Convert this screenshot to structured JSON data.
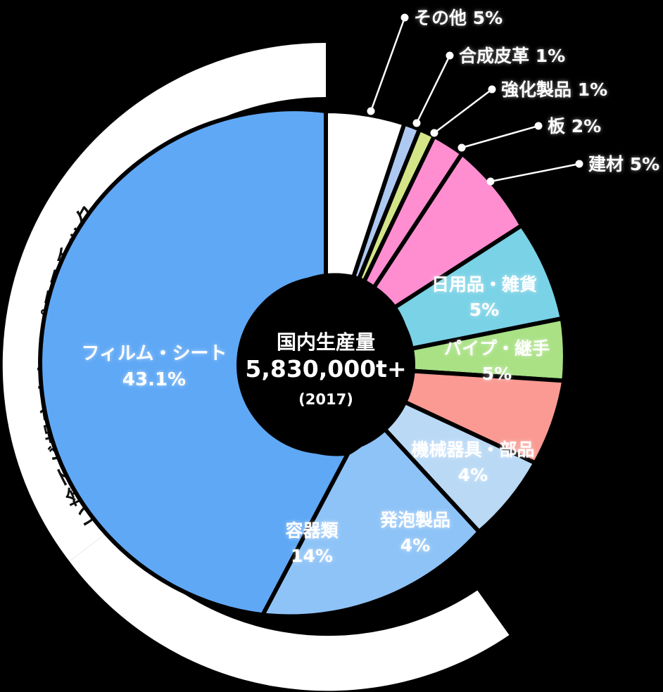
{
  "chart_data": {
    "type": "pie",
    "title": "国内生産量 5,830,000t+ (2017)",
    "subtitle": "",
    "xlabel": "",
    "ylabel": "",
    "center": {
      "title": "国内生産量",
      "value": "5,830,000t+",
      "year": "(2017)"
    },
    "outer_ring": {
      "text": "使い捨てが想定されるプラスチック",
      "color": "#ffffff",
      "covers_categories": [
        "フィルム・シート",
        "容器類"
      ]
    },
    "categories": [
      "その他",
      "合成皮革",
      "強化製品",
      "板",
      "建材",
      "日用品・雑貨",
      "パイプ・継手",
      "機械器具・部品",
      "発泡製品",
      "容器類",
      "フィルム・シート"
    ],
    "values": [
      5,
      1,
      1,
      2,
      5,
      5,
      5,
      4,
      4,
      14,
      43.1
    ],
    "value_labels": [
      "5%",
      "1%",
      "1%",
      "2%",
      "5%",
      "5%",
      "5%",
      "4%",
      "4%",
      "14%",
      "43.1%"
    ],
    "colors": [
      "#ffffff",
      "#adc9f2",
      "#d3e587",
      "#ff8ed1",
      "#ff8ed1",
      "#7ad2e6",
      "#a9e184",
      "#fa9a93",
      "#b9d9f5",
      "#8ec3f7",
      "#5fa8f5"
    ],
    "slices": [
      {
        "label": "その他",
        "value": 5,
        "value_label": "5%",
        "color": "#ffffff",
        "label_mode": "callout"
      },
      {
        "label": "合成皮革",
        "value": 1,
        "value_label": "1%",
        "color": "#adc9f2",
        "label_mode": "callout"
      },
      {
        "label": "強化製品",
        "value": 1,
        "value_label": "1%",
        "color": "#d3e587",
        "label_mode": "callout"
      },
      {
        "label": "板",
        "value": 2,
        "value_label": "2%",
        "color": "#ff8ed1",
        "label_mode": "callout"
      },
      {
        "label": "建材",
        "value": 5,
        "value_label": "5%",
        "color": "#ff8ed1",
        "label_mode": "callout"
      },
      {
        "label": "日用品・雑貨",
        "value": 5,
        "value_label": "5%",
        "color": "#7ad2e6",
        "label_mode": "inside"
      },
      {
        "label": "パイプ・継手",
        "value": 5,
        "value_label": "5%",
        "color": "#a9e184",
        "label_mode": "inside"
      },
      {
        "label": "機械器具・部品",
        "value": 4,
        "value_label": "4%",
        "color": "#fa9a93",
        "label_mode": "inside"
      },
      {
        "label": "発泡製品",
        "value": 4,
        "value_label": "4%",
        "color": "#b9d9f5",
        "label_mode": "inside"
      },
      {
        "label": "容器類",
        "value": 14,
        "value_label": "14%",
        "color": "#8ec3f7",
        "label_mode": "inside"
      },
      {
        "label": "フィルム・シート",
        "value": 43.1,
        "value_label": "43.1%",
        "color": "#5fa8f5",
        "label_mode": "inside"
      }
    ],
    "legend_position": "callout",
    "grid": false,
    "background_color": "#000000",
    "divider_color": "#000000"
  },
  "callouts": {
    "other": {
      "label": "その他 5%"
    },
    "synthetic": {
      "label": "合成皮革 1%"
    },
    "reinforced": {
      "label": "強化製品 1%"
    },
    "board": {
      "label": "板 2%"
    },
    "building": {
      "label": "建材 5%"
    }
  },
  "inside_labels": {
    "daily": {
      "name": "日用品・雑貨",
      "pct": "5%"
    },
    "pipe": {
      "name": "パイプ・継手",
      "pct": "5%"
    },
    "machine": {
      "name": "機械器具・部品",
      "pct": "4%"
    },
    "foam": {
      "name": "発泡製品",
      "pct": "4%"
    },
    "contain": {
      "name": "容器類",
      "pct": "14%"
    },
    "film": {
      "name": "フィルム・シート",
      "pct": "43.1%"
    }
  }
}
